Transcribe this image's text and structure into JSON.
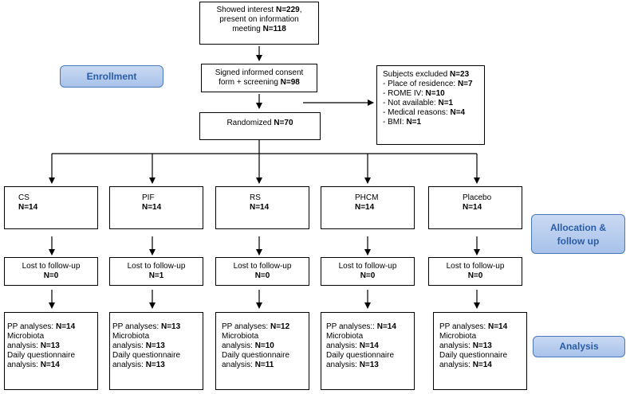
{
  "enrollment": {
    "interest": {
      "line1": "Showed interest ",
      "n1": "N=229",
      "line2": ",",
      "line3": "present on information",
      "line4": "meeting ",
      "n2": "N=118"
    },
    "consent": {
      "line1": "Signed informed consent",
      "line2": "form + screening ",
      "n": "N=98"
    },
    "randomized": {
      "label": "Randomized ",
      "n": "N=70"
    },
    "excluded": {
      "title": "Subjects excluded ",
      "title_n": "N=23",
      "items": [
        {
          "label": "- Place of residence: ",
          "n": "N=7"
        },
        {
          "label": "- ROME IV: ",
          "n": "N=10"
        },
        {
          "label": "- Not available: ",
          "n": "N=1"
        },
        {
          "label": "- Medical reasons: ",
          "n": "N=4"
        },
        {
          "label": "- BMI: ",
          "n": "N=1"
        }
      ]
    }
  },
  "stage_labels": {
    "enrollment": "Enrollment",
    "allocation_1": "Allocation &",
    "allocation_2": "follow up",
    "analysis": "Analysis"
  },
  "arms": [
    {
      "name": "CS",
      "n": "N=14",
      "lost_label": "Lost to follow-up",
      "lost_n": "N=0",
      "pp_label": "PP analyses: ",
      "pp_n": "N=14",
      "micro_1": "Microbiota",
      "micro_2": "analysis: ",
      "micro_n": "N=13",
      "dq_1": "Daily questionnaire",
      "dq_2": "analysis: ",
      "dq_n": "N=14"
    },
    {
      "name": "PIF",
      "n": "N=14",
      "lost_label": "Lost to follow-up",
      "lost_n": "N=1",
      "pp_label": "PP analyses: ",
      "pp_n": "N=13",
      "micro_1": "Microbiota",
      "micro_2": "analysis: ",
      "micro_n": "N=13",
      "dq_1": "Daily questionnaire",
      "dq_2": "analysis: ",
      "dq_n": "N=13"
    },
    {
      "name": "RS",
      "n": "N=14",
      "lost_label": "Lost to follow-up",
      "lost_n": "N=0",
      "pp_label": "PP analyses: ",
      "pp_n": "N=12",
      "micro_1": "Microbiota",
      "micro_2": "analysis: ",
      "micro_n": "N=10",
      "dq_1": "Daily questionnaire",
      "dq_2": "analysis: ",
      "dq_n": "N=11"
    },
    {
      "name": "PHCM",
      "n": "N=14",
      "lost_label": "Lost to follow-up",
      "lost_n": "N=0",
      "pp_label": "PP analyses:: ",
      "pp_n": "N=14",
      "micro_1": "Microbiota",
      "micro_2": "analysis: ",
      "micro_n": "N=14",
      "dq_1": "Daily questionnaire",
      "dq_2": "analysis: ",
      "dq_n": "N=13"
    },
    {
      "name": "Placebo",
      "n": "N=14",
      "lost_label": "Lost to follow-up",
      "lost_n": "N=0",
      "pp_label": "PP analyses: ",
      "pp_n": "N=14",
      "micro_1": "Microbiota",
      "micro_2": "analysis: ",
      "micro_n": "N=13",
      "dq_1": "Daily questionnaire",
      "dq_2": "analysis: ",
      "dq_n": "N=14"
    }
  ],
  "colors": {
    "pill_text": "#2a5da8",
    "pill_border": "#4a78b8",
    "pill_fill": "#b9cdee"
  }
}
